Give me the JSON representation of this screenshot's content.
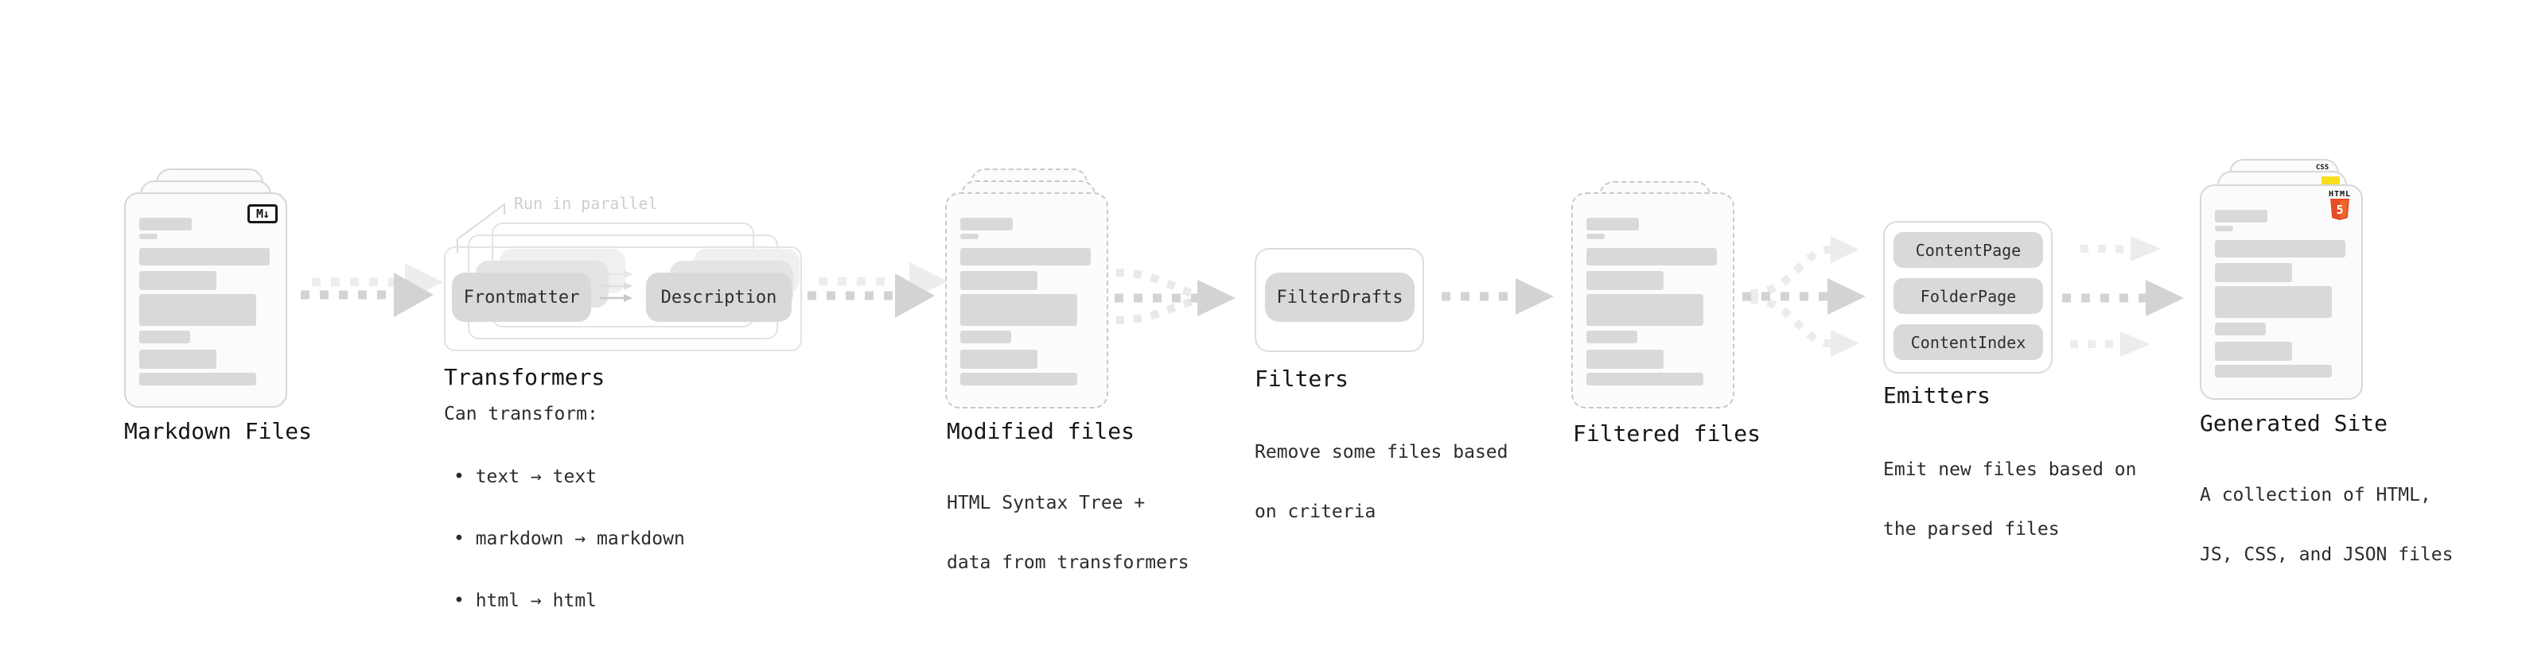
{
  "stages": {
    "markdown": {
      "label": "Markdown Files",
      "badge": "M↓"
    },
    "transformers": {
      "label": "Transformers",
      "note": "Run in parallel",
      "chip_left": "Frontmatter",
      "chip_right": "Description",
      "caption": "Can transform:",
      "bullets": [
        "• text → text",
        "• markdown → markdown",
        "• html → html"
      ]
    },
    "modified": {
      "label": "Modified files",
      "caption_lines": [
        "HTML Syntax Tree +",
        "data from transformers"
      ]
    },
    "filters": {
      "label": "Filters",
      "chip": "FilterDrafts",
      "caption_lines": [
        "Remove some files based",
        "on criteria"
      ]
    },
    "filtered": {
      "label": "Filtered files"
    },
    "emitters": {
      "label": "Emitters",
      "chips": [
        "ContentPage",
        "FolderPage",
        "ContentIndex"
      ],
      "caption_lines": [
        "Emit new files based on",
        "the parsed files"
      ]
    },
    "generated": {
      "label": "Generated Site",
      "badges": {
        "css": "CSS",
        "html_word": "HTML",
        "html_number": "5"
      },
      "caption_lines": [
        "A collection of HTML,",
        "JS, CSS, and JSON files"
      ]
    }
  },
  "colors": {
    "html5_orange": "#e44d26",
    "html5_orange_light": "#f16529",
    "js_yellow": "#f7df1e",
    "css_blue": "#2b6bf3",
    "chip_bg": "#d9d9d9",
    "arrow_dark": "#d3d3d3",
    "arrow_light": "#ededed"
  }
}
